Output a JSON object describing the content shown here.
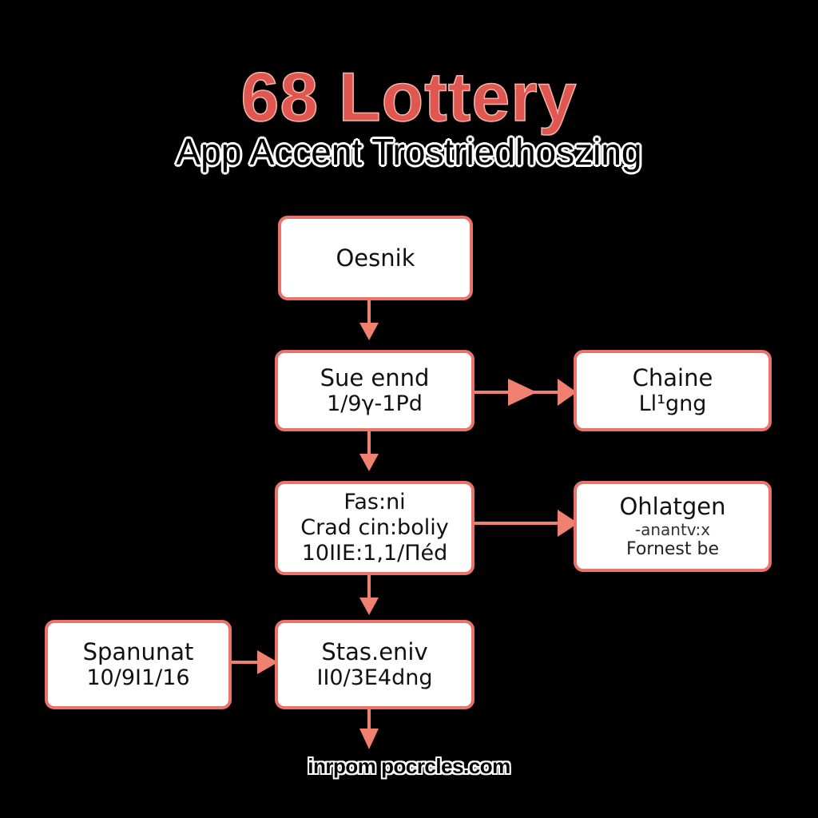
{
  "header": {
    "title": "68 Lottery",
    "subtitle": "App Accent Trostriedhoszing"
  },
  "colors": {
    "background": "#000000",
    "title": "#e05650",
    "node_border": "#e8746a",
    "node_fill": "#ffffff",
    "arrow": "#f08070",
    "text": "#111111"
  },
  "nodes": {
    "start": {
      "line1": "Oesnik"
    },
    "step2": {
      "line1": "Sue ennd",
      "line2": "1/9γ-1Pd"
    },
    "side2": {
      "line1": "Chaine",
      "line2": "Ll¹gng"
    },
    "step3": {
      "line1": "Fas:ni",
      "line2": "Crad cin:boliy",
      "line3": "10IIE:1,1/Πéd"
    },
    "side3": {
      "line1": "Ohlatgen",
      "line2": "-anantv:x",
      "line3": "Fornest  be"
    },
    "left4": {
      "line1": "Spanunat",
      "line2": "10/9I1/16"
    },
    "step4": {
      "line1": "Stas.eniv",
      "line2": "II0/3E4dng"
    }
  },
  "footer": {
    "text": "inrpom pocrcles.com"
  }
}
